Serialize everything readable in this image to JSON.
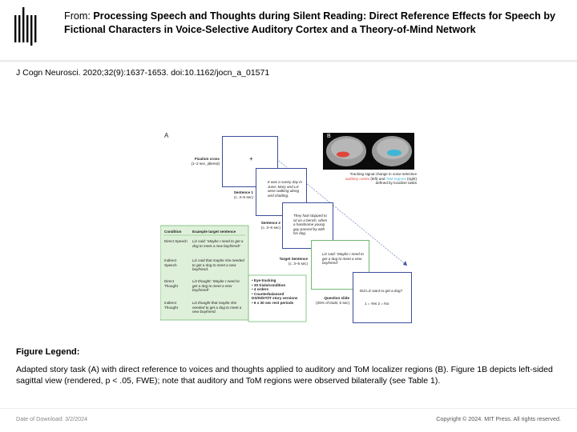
{
  "header": {
    "from_label": "From:",
    "title": "Processing Speech and Thoughts during Silent Reading: Direct Reference Effects for Speech by Fictional Characters in Voice-Selective Auditory Cortex and a Theory-of-Mind Network"
  },
  "citation": "J Cogn Neurosci. 2020;32(9):1637-1653. doi:10.1162/jocn_a_01571",
  "figure": {
    "panel_a": "A",
    "panel_b": "B",
    "fixation": {
      "title": "Fixation cross",
      "sub": "(1–2 sec, jittered)",
      "symbol": "+"
    },
    "sentence1": {
      "title": "Sentence 1",
      "sub": "(c. 3–6 sec)",
      "text": "It was a sunny day in June; Mary and Liz were walking along and chatting."
    },
    "sentence2": {
      "title": "Sentence 2",
      "sub": "(c. 3–6 sec)",
      "text": "They had stopped to sit on a bench, when a handsome young guy passed by with his dog."
    },
    "target": {
      "title": "Target Sentence",
      "sub": "(c. 3–6 sec)",
      "text": "Liz said: 'Maybe I need to get a dog to meet a new boyfriend'"
    },
    "question": {
      "title": "Question slide",
      "sub": "(25% of trials; 6 sec)",
      "text": "Did Liz want to get a dog?",
      "options": "1 = Yes 2 = No"
    },
    "brain_caption_pre": "Tracking signal change in voice-selective ",
    "brain_caption_aud": "auditory cortex",
    "brain_caption_mid": " (left) and ",
    "brain_caption_tom": "ToM regions",
    "brain_caption_post": " (right) defined by localizer tasks",
    "table": {
      "col1": "Condition",
      "col2": "Example target sentence",
      "rows": [
        {
          "cond": "Direct Speech",
          "ex": "Liz said: 'Maybe I need to get a dog to meet a new boyfriend!'"
        },
        {
          "cond": "Indirect Speech",
          "ex": "Liz said that maybe she needed to get a dog to meet a new boyfriend."
        },
        {
          "cond": "Direct Thought",
          "ex": "Liz thought: 'Maybe I need to get a dog to meet a new boyfriend!'"
        },
        {
          "cond": "Indirect Thought",
          "ex": "Liz thought that maybe she needed to get a dog to meet a new boyfriend."
        }
      ]
    },
    "design_bullets": [
      "Eye-tracking",
      "30 trials/condition",
      "4 orders",
      "Counterbalanced DS/IS/DT/IT story versions",
      "6 x 30 sec rest periods"
    ],
    "colors": {
      "green": "#6fb96f",
      "green_fill": "#dff0da",
      "aud": "#e0453a",
      "tom": "#3fb6d6"
    }
  },
  "legend": {
    "heading": "Figure Legend:",
    "text": "Adapted story task (A) with direct reference to voices and thoughts applied to auditory and ToM localizer regions (B). Figure 1B depicts left-sided sagittal view (rendered, p < .05, FWE); note that auditory and ToM regions were observed bilaterally (see Table 1)."
  },
  "footer": {
    "date": "Date of Download:  3/2/2024",
    "copyright": "Copyright © 2024. MIT Press. All rights reserved."
  }
}
